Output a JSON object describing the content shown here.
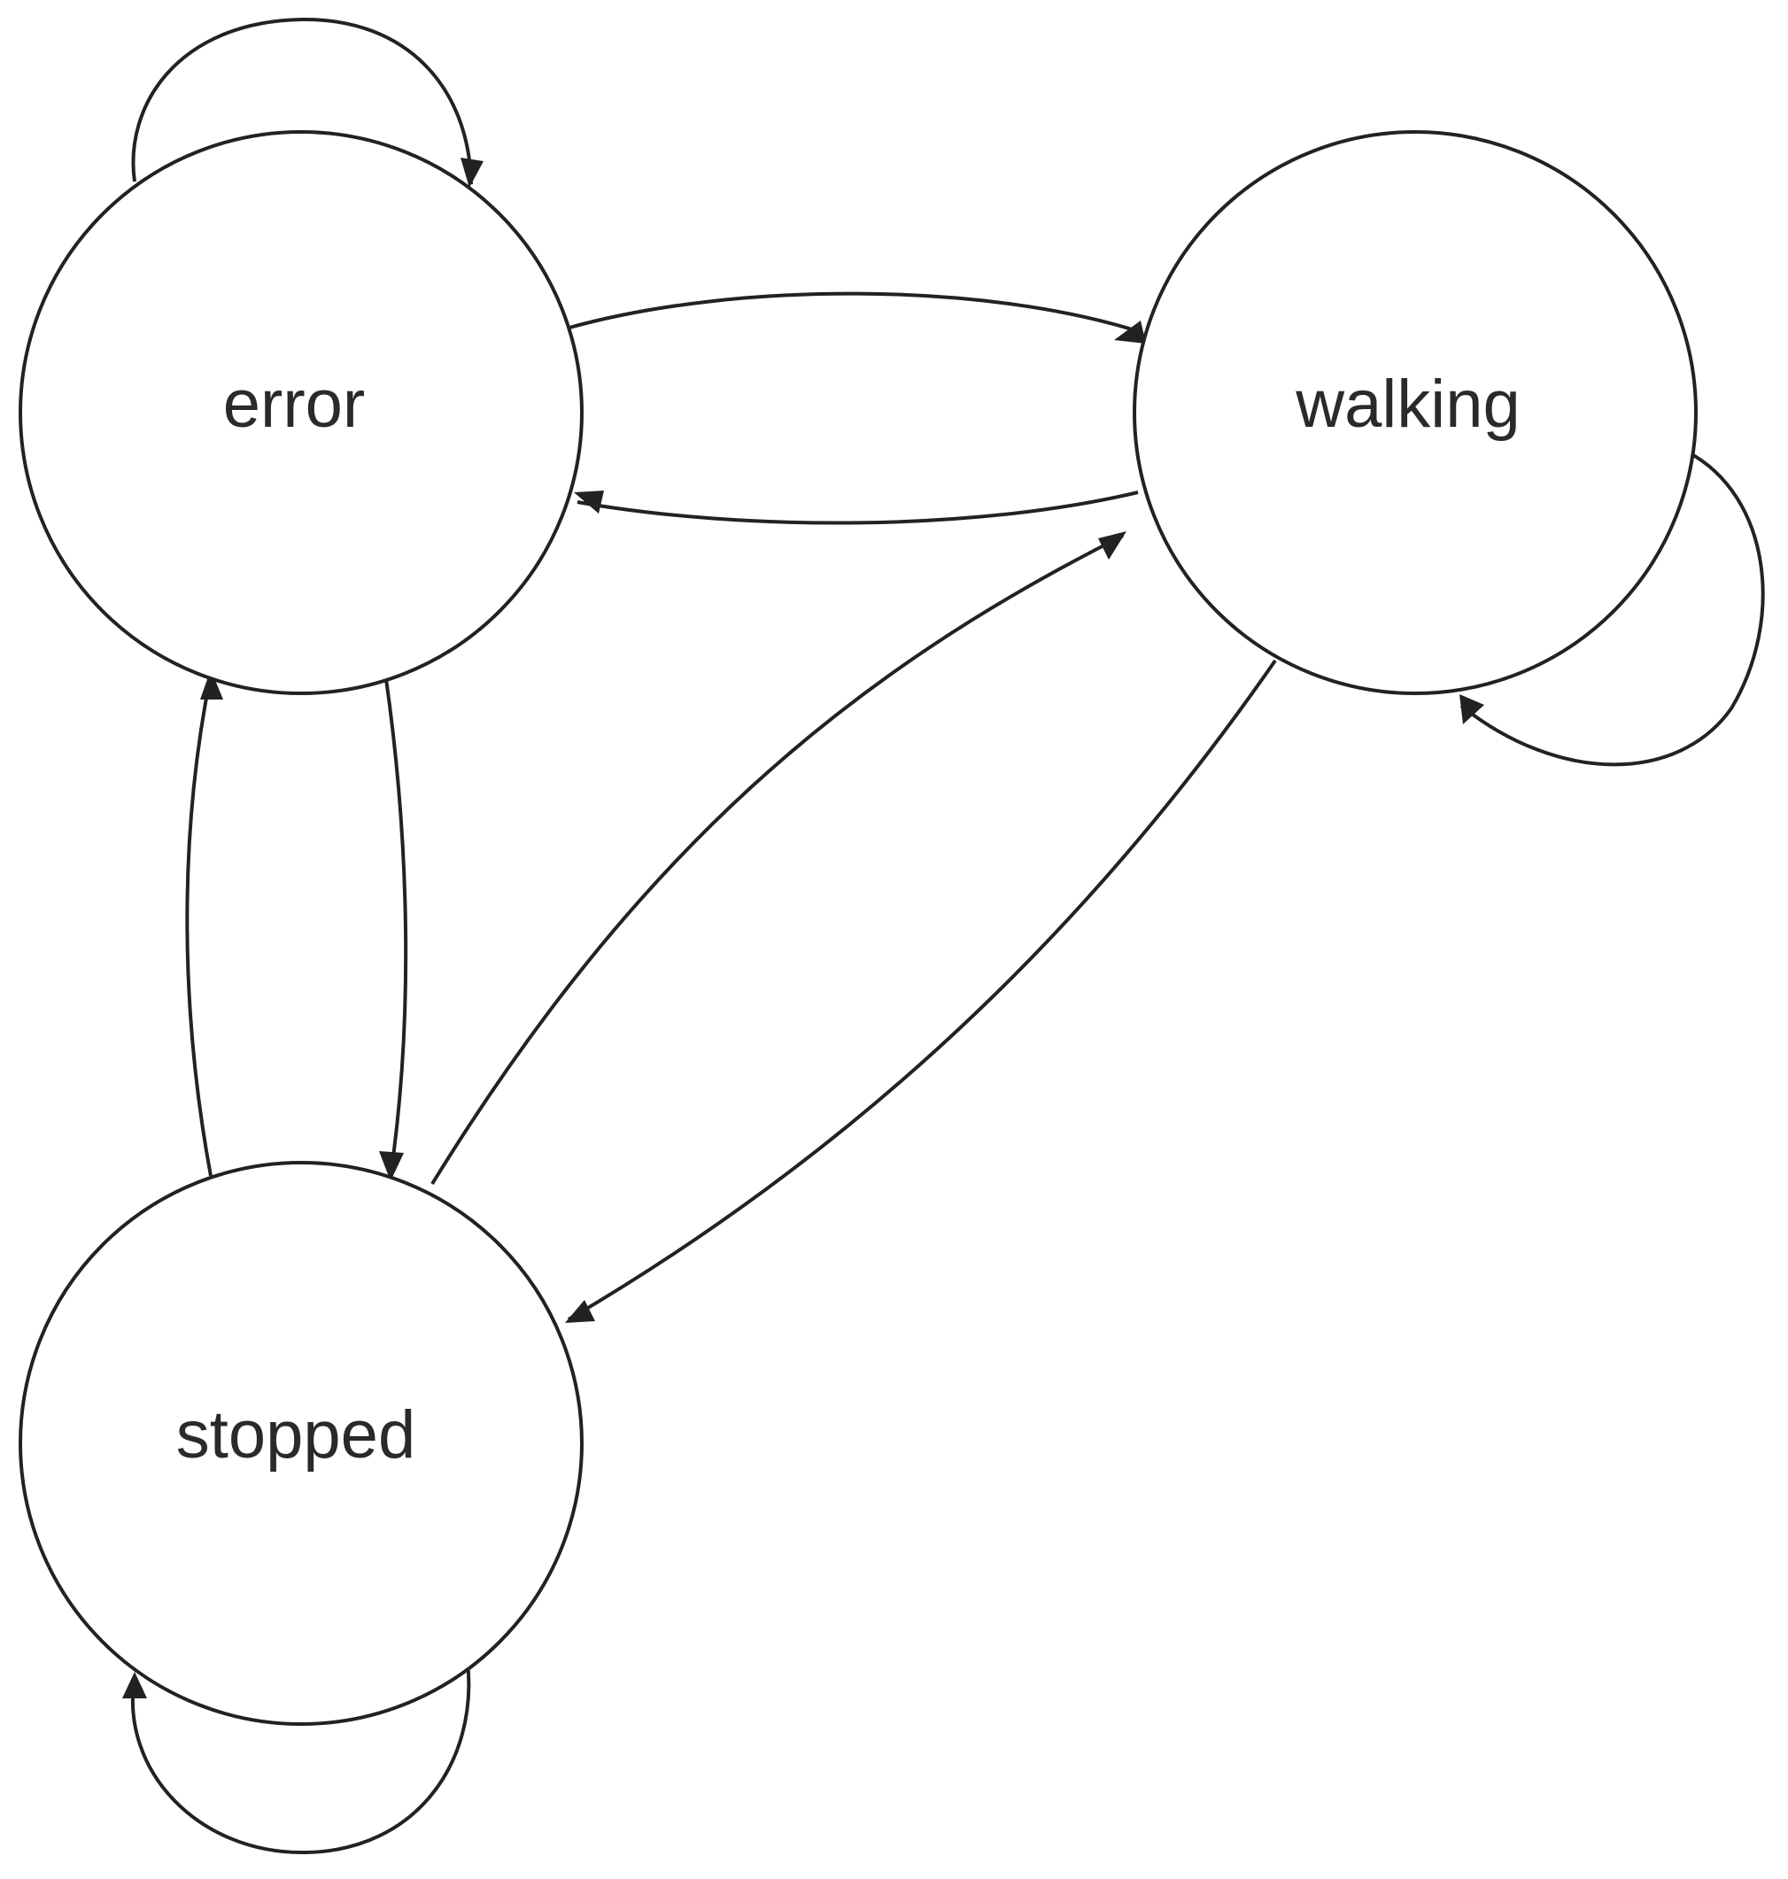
{
  "states": [
    {
      "id": "error",
      "label": "error"
    },
    {
      "id": "walking",
      "label": "walking"
    },
    {
      "id": "stopped",
      "label": "stopped"
    }
  ],
  "transitions": [
    {
      "from": "error",
      "to": "error"
    },
    {
      "from": "error",
      "to": "walking"
    },
    {
      "from": "walking",
      "to": "error"
    },
    {
      "from": "walking",
      "to": "walking"
    },
    {
      "from": "stopped",
      "to": "error"
    },
    {
      "from": "error",
      "to": "stopped"
    },
    {
      "from": "stopped",
      "to": "walking"
    },
    {
      "from": "walking",
      "to": "stopped"
    },
    {
      "from": "stopped",
      "to": "stopped"
    }
  ],
  "colors": {
    "stroke": "#222222",
    "label": "#2a2a2a",
    "background": "#ffffff"
  }
}
